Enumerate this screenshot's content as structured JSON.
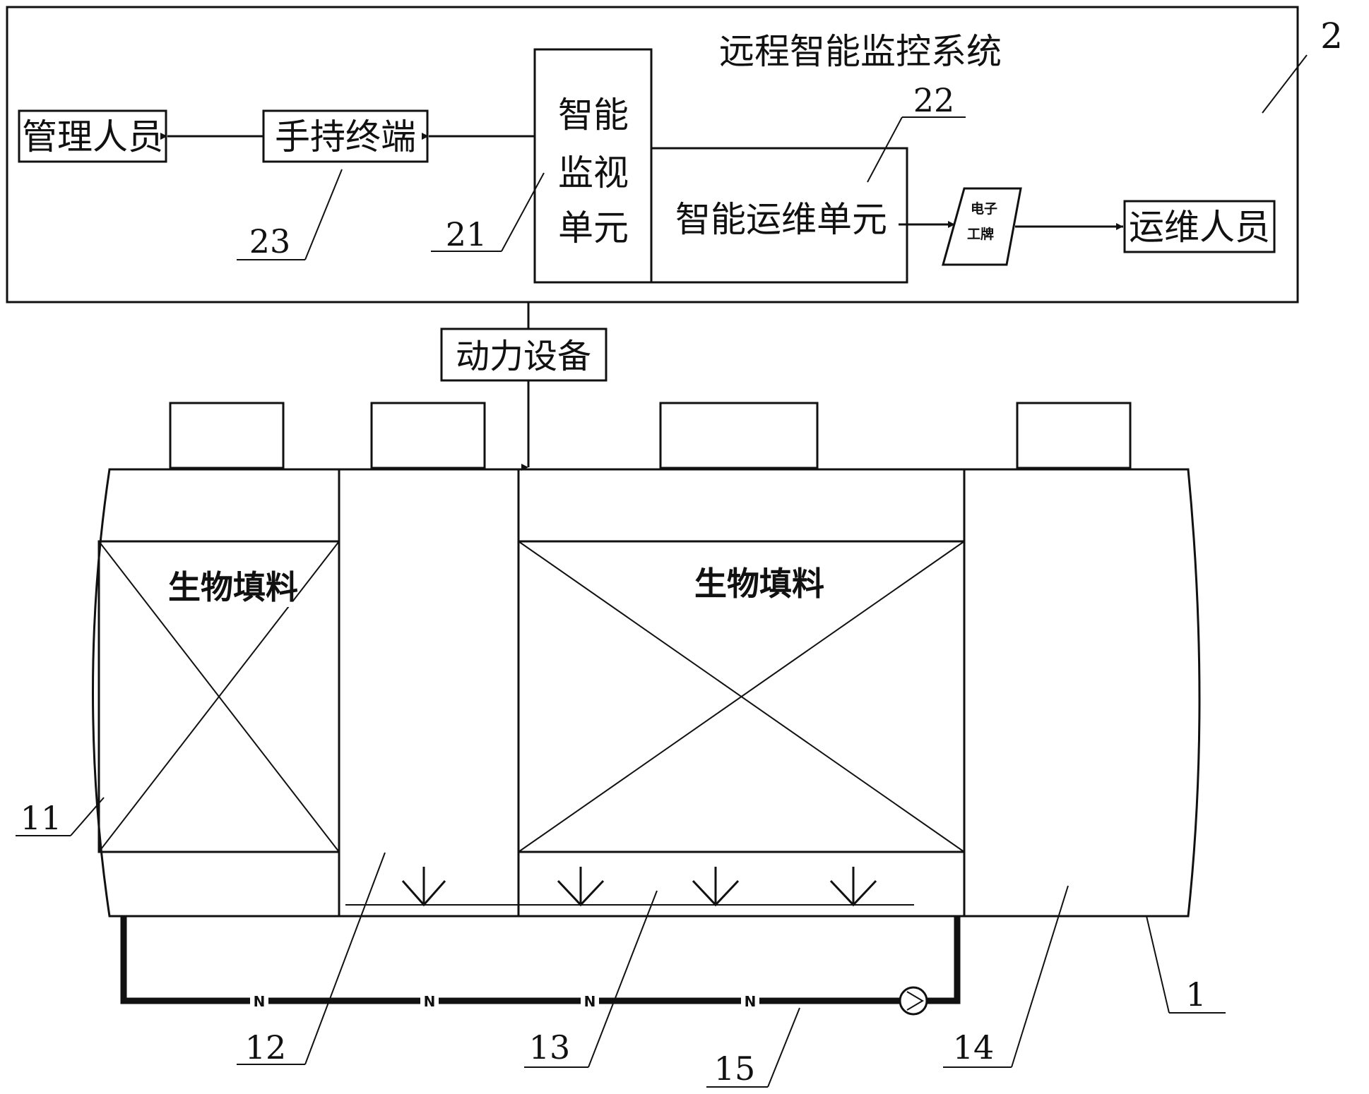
{
  "system": {
    "title": "远程智能监控系统",
    "ref": "2"
  },
  "units": {
    "monitor": {
      "line1": "智能",
      "line2": "监视",
      "line3": "单元",
      "ref": "21"
    },
    "ops": {
      "label": "智能运维单元",
      "ref": "22"
    },
    "handheld": {
      "label": "手持终端",
      "ref": "23"
    },
    "manager": {
      "label": "管理人员"
    },
    "badge": {
      "line1": "电子",
      "line2": "工牌"
    },
    "staff": {
      "label": "运维人员"
    },
    "power": {
      "label": "动力设备"
    }
  },
  "tank": {
    "ref": "1",
    "filler_left": "生物填料",
    "filler_right": "生物填料",
    "ref_c1": "11",
    "ref_c2": "12",
    "ref_c3": "13",
    "ref_c4": "14",
    "ref_pipe": "15",
    "valve_mark": "N"
  }
}
